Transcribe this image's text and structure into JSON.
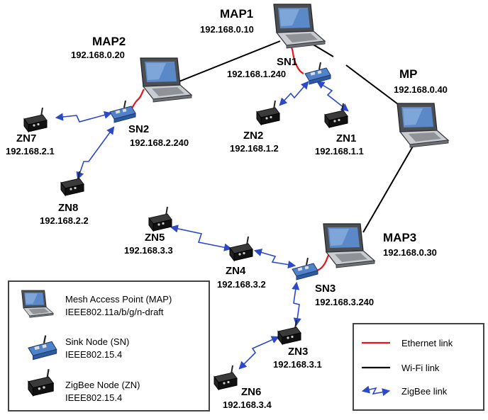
{
  "nodes": {
    "map1": {
      "name": "MAP1",
      "ip": "192.168.0.10"
    },
    "map2": {
      "name": "MAP2",
      "ip": "192.168.0.20"
    },
    "map3": {
      "name": "MAP3",
      "ip": "192.168.0.30"
    },
    "mp": {
      "name": "MP",
      "ip": "192.168.0.40"
    },
    "sn1": {
      "name": "SN1",
      "ip": "192.168.1.240"
    },
    "sn2": {
      "name": "SN2",
      "ip": "192.168.2.240"
    },
    "sn3": {
      "name": "SN3",
      "ip": "192.168.3.240"
    },
    "zn1": {
      "name": "ZN1",
      "ip": "192.168.1.1"
    },
    "zn2": {
      "name": "ZN2",
      "ip": "192.168.1.2"
    },
    "zn3": {
      "name": "ZN3",
      "ip": "192.168.3.1"
    },
    "zn4": {
      "name": "ZN4",
      "ip": "192.168.3.2"
    },
    "zn5": {
      "name": "ZN5",
      "ip": "192.168.3.3"
    },
    "zn6": {
      "name": "ZN6",
      "ip": "192.168.3.4"
    },
    "zn7": {
      "name": "ZN7",
      "ip": "192.168.2.1"
    },
    "zn8": {
      "name": "ZN8",
      "ip": "192.168.2.2"
    }
  },
  "legend_devices": [
    {
      "title": "Mesh Access Point (MAP)",
      "standard": "IEEE802.11a/b/g/n-draft"
    },
    {
      "title": "Sink Node (SN)",
      "standard": "IEEE802.15.4"
    },
    {
      "title": "ZigBee Node (ZN)",
      "standard": "IEEE802.15.4"
    }
  ],
  "legend_links": [
    {
      "label": "Ethernet link",
      "color": "#e8141e"
    },
    {
      "label": "Wi-Fi link",
      "color": "#000000"
    },
    {
      "label": "ZigBee link",
      "color": "#2b49c8"
    }
  ]
}
